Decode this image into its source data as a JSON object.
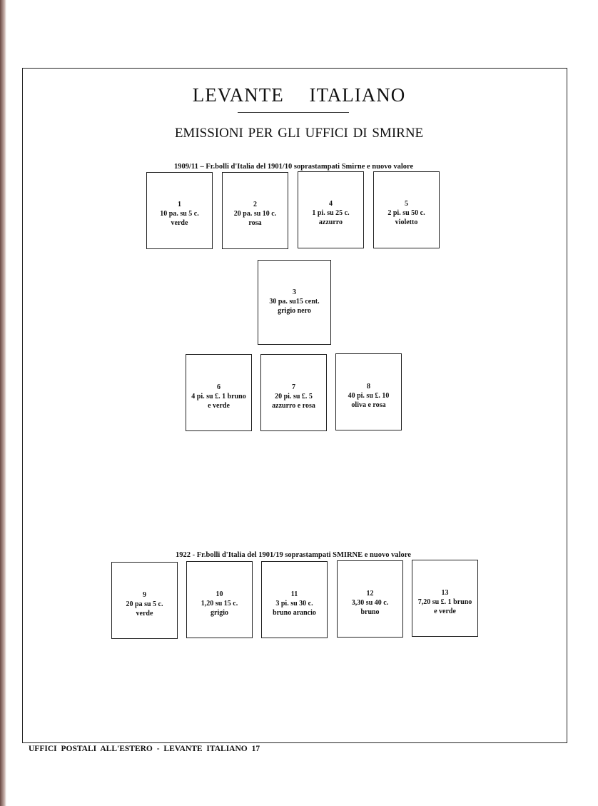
{
  "title": "LEVANTE ITALIANO",
  "subtitle": "EMISSIONI PER GLI UFFICI DI SMIRNE",
  "section1": {
    "caption": "1909/11 – Fr.bolli d'Italia del 1901/10 soprastampati Smirne e nuovo valore",
    "stamps": [
      {
        "n": "1",
        "v": "10 pa. su 5 c.",
        "c": "verde"
      },
      {
        "n": "2",
        "v": "20 pa. su 10 c.",
        "c": "rosa"
      },
      {
        "n": "4",
        "v": "1 pi. su 25 c.",
        "c": "azzurro"
      },
      {
        "n": "5",
        "v": "2 pi. su 50 c.",
        "c": "violetto"
      },
      {
        "n": "3",
        "v": "30 pa. su15 cent.",
        "c": "grigio nero"
      },
      {
        "n": "6",
        "v": "4 pi. su £. 1 bruno",
        "c": "e verde"
      },
      {
        "n": "7",
        "v": "20 pi. su £. 5",
        "c": "azzurro e rosa"
      },
      {
        "n": "8",
        "v": "40 pi. su £. 10",
        "c": "oliva e rosa"
      }
    ]
  },
  "section2": {
    "caption": "1922 - Fr.bolli d'Italia del 1901/19 soprastampati SMIRNE e nuovo valore",
    "stamps": [
      {
        "n": "9",
        "v": "20 pa su 5 c.",
        "c": "verde"
      },
      {
        "n": "10",
        "v": "1,20 su 15 c.",
        "c": "grigio"
      },
      {
        "n": "11",
        "v": "3 pi. su 30 c.",
        "c": "bruno arancio"
      },
      {
        "n": "12",
        "v": "3,30 su 40 c.",
        "c": "bruno"
      },
      {
        "n": "13",
        "v": "7,20 su £. 1 bruno",
        "c": "e verde"
      }
    ]
  },
  "footer": "UFFICI POSTALI ALL'ESTERO - LEVANTE ITALIANO 17"
}
